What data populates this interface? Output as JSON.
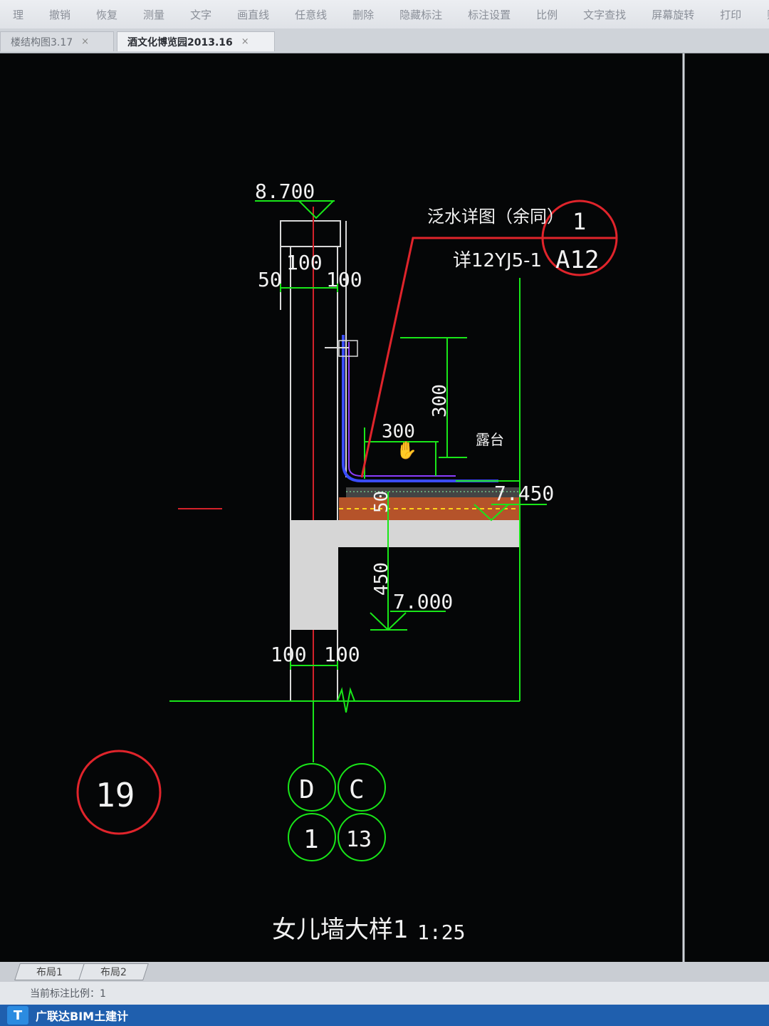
{
  "toolbar": {
    "items": [
      "理",
      "撤销",
      "恢复",
      "测量",
      "文字",
      "画直线",
      "任意线",
      "删除",
      "隐藏标注",
      "标注设置",
      "比例",
      "文字查找",
      "屏幕旋转",
      "打印",
      "账"
    ]
  },
  "tabs": [
    {
      "label": "楼结构图3.17",
      "close": "×"
    },
    {
      "label": "酒文化博览园2013.16",
      "close": "×"
    }
  ],
  "drawing": {
    "elev_top": "8.700",
    "dim_100_a": "100",
    "dim_50": "50",
    "dim_100_b": "100",
    "flashing_note": "泛水详图（余同）",
    "ref_note": "详12YJ5-1",
    "ref_bubble_top": "1",
    "ref_bubble_bottom": "A12",
    "dim_300_v": "300",
    "dim_300_h": "300",
    "terrace": "露台",
    "elev_terrace": "7.450",
    "dim_50_v": "50",
    "dim_450": "450",
    "elev_700": "7.000",
    "dim_100_c": "100",
    "dim_100_d": "100",
    "axis_d": "D",
    "axis_c": "C",
    "axis_1": "1",
    "axis_13": "13",
    "detail_no": "19",
    "title": "女儿墙大样1",
    "scale": "1:25"
  },
  "layout_tabs": [
    "布局1",
    "布局2"
  ],
  "status": {
    "text": "当前标注比例：1"
  },
  "taskbar": {
    "app_icon": "T",
    "app_name": "广联达BIM土建计"
  },
  "colors": {
    "canvas": "#050607",
    "green": "#19e619",
    "red": "#e0242b",
    "white": "#f2f2f2"
  }
}
